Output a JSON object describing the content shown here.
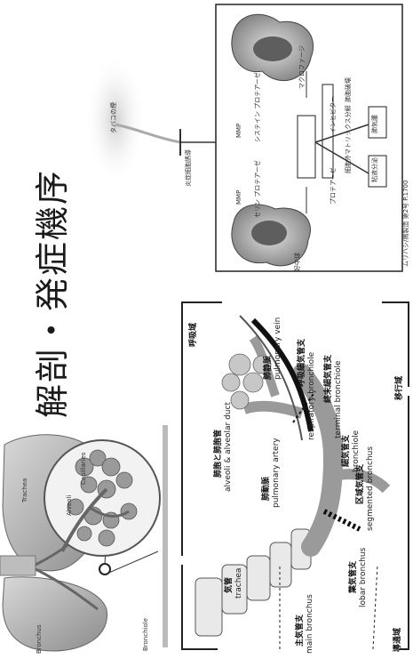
{
  "title": "解剖・発症機序",
  "citation": "ムリハシ/病製造 第2号 P.1700",
  "lung_illustration": {
    "labels": [
      "Trachea",
      "Bronchus",
      "Alveoli",
      "Bronchiole",
      "Capillaries"
    ]
  },
  "airway_diagram": {
    "zone_conducting": "導通域",
    "zone_transitional": "移行域",
    "zone_respiratory": "呼吸域",
    "trachea_jp": "気管",
    "trachea_en": "trachea",
    "main_bronchus_jp": "主気管支",
    "main_bronchus_en": "main bronchus",
    "lobar_bronchus_jp": "葉気管支",
    "lobar_bronchus_en": "lobar bronchus",
    "segmented_bronchus_jp": "区域気管支",
    "segmented_bronchus_en": "segmented bronchus",
    "bronchiole_jp": "細気管支",
    "bronchiole_en": "bronchiole",
    "terminal_bronchiole_jp": "終末細気管支",
    "terminal_bronchiole_en": "terminal bronchiole",
    "respiratory_bronchiole_jp": "呼吸細気管支",
    "respiratory_bronchiole_en": "respiratory bronchiole",
    "pulmonary_artery_jp": "肺動脈",
    "pulmonary_artery_en": "pulmonary artery",
    "pulmonary_vein_jp": "肺静脈",
    "pulmonary_vein_en": "pulmonary vein",
    "alveoli_jp": "肺胞と肺胞管",
    "alveoli_en": "alveoli & alveolar duct"
  },
  "mechanism_diagram": {
    "cigarette": "タバコの煙",
    "inflammation": "炎症細胞誘導",
    "neutrophil": "好中球",
    "macrophage": "マクロファージ",
    "mmp_left": "MMP",
    "serine_protease": "セリン\nプロテアーゼ",
    "mmp_right": "MMP",
    "cysteine_protease": "システイン\nプロテアーゼ",
    "protease": "プロテアーゼ",
    "inhibitor": "インヒビター",
    "ecm_breakdown": "細胞外マトリックス分解",
    "alveolar_destruction": "肺胞破壊",
    "emphysema": "肺気腫",
    "mucus": "粘液分泌"
  }
}
